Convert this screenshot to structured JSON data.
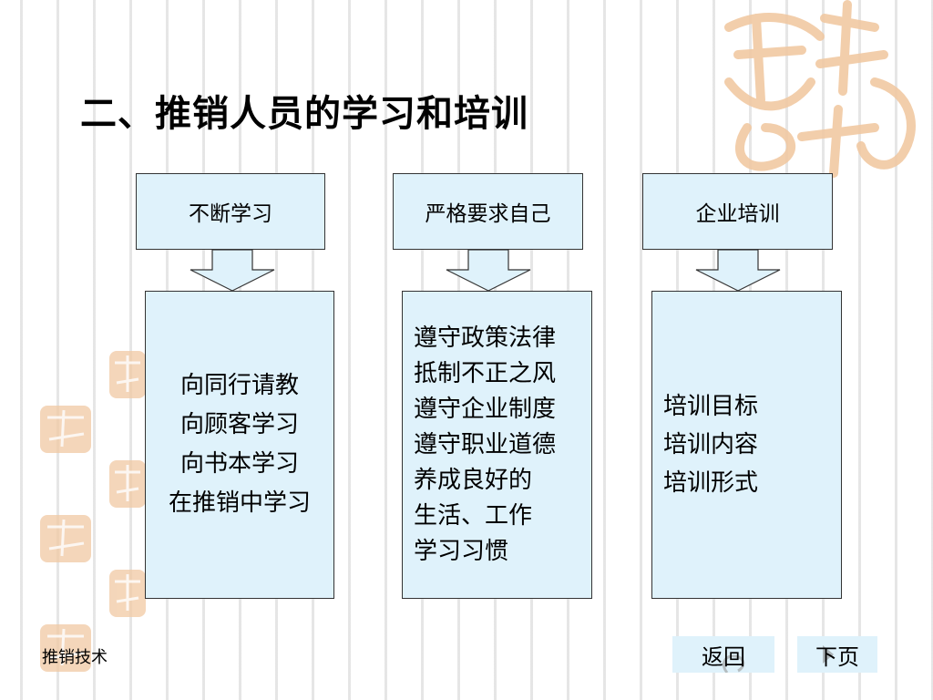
{
  "slide": {
    "title": "二、推销人员的学习和培训",
    "footer": "推销技术",
    "columns": [
      {
        "heading": "不断学习",
        "items": [
          "向同行请教",
          "向顾客学习",
          "向书本学习",
          "在推销中学习"
        ]
      },
      {
        "heading": "严格要求自己",
        "items": [
          "遵守政策法律",
          "抵制不正之风",
          "遵守企业制度",
          "遵守职业道德",
          "养成良好的",
          "生活、工作",
          "学习习惯"
        ]
      },
      {
        "heading": "企业培训",
        "items": [
          "培训目标",
          "培训内容",
          "培训形式"
        ]
      }
    ],
    "nav": {
      "back_label": "返回",
      "next_label": "下页"
    }
  },
  "colors": {
    "box_fill": "#dff2fb",
    "box_border": "#333333",
    "watermark": "#f1c9a3",
    "stripe": "#e1e1e1"
  },
  "icons": [
    "watermark-seal-icon",
    "down-arrow-icon",
    "swirl-decoration-icon"
  ]
}
